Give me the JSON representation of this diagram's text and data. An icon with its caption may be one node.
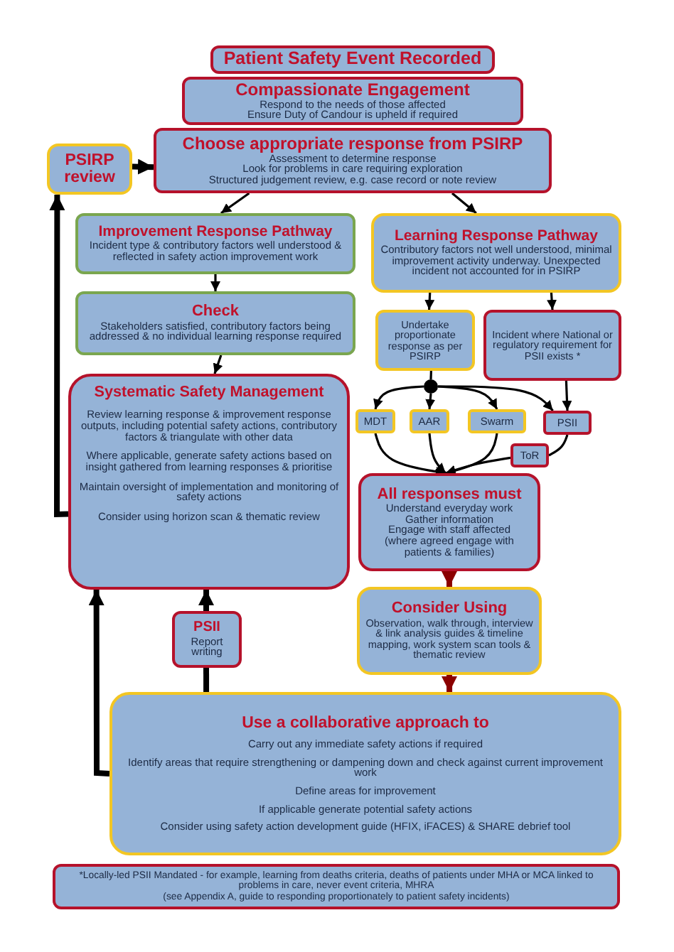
{
  "diagram": {
    "nodes": [
      {
        "text": [
          "Patient Safety Event Recorded"
        ]
      },
      {
        "text": [
          "Compassionate Engagement",
          "Respond to the needs of those affected",
          "Ensure Duty of Candour is upheld if required"
        ]
      },
      {
        "text": [
          "PSIRP review"
        ]
      },
      {
        "text": [
          "Choose appropriate response from PSIRP",
          "Assessment to determine response",
          "Look for problems in care requiring exploration",
          "Structured judgement review, e.g. case record or note review"
        ]
      },
      {
        "text": [
          "Improvement Response Pathway",
          "Incident type & contributory factors well understood & reflected in safety action improvement work"
        ]
      },
      {
        "text": [
          "Learning Response Pathway",
          "Contributory factors not well understood, minimal improvement activity underway. Unexpected incident not accounted for in PSIRP"
        ]
      },
      {
        "text": [
          "Check",
          "Stakeholders satisfied, contributory factors being addressed & no individual learning response required"
        ]
      },
      {
        "text": [
          "Undertake proportionate response as per PSIRP"
        ]
      },
      {
        "text": [
          "Incident where National or regulatory requirement for PSII exists *"
        ]
      },
      {
        "text": [],
        "shape": "circle"
      },
      {
        "text": [
          "Systematic Safety Management",
          "Review learning response & improvement response outputs, including potential safety actions, contributory factors & triangulate with other data",
          "Where applicable, generate safety actions based on insight gathered from learning responses & prioritise",
          "Maintain oversight of implementation and monitoring of safety actions",
          "Consider using horizon scan & thematic review"
        ]
      },
      {
        "text": [
          "MDT"
        ]
      },
      {
        "text": [
          "AAR"
        ]
      },
      {
        "text": [
          "Swarm"
        ]
      },
      {
        "text": [
          "PSII"
        ]
      },
      {
        "text": [
          "ToR"
        ]
      },
      {
        "text": [
          "All responses must",
          "Understand everyday work",
          "Gather information",
          "Engage with staff affected",
          "(where agreed engage with patients & families)"
        ]
      },
      {
        "text": [
          "Consider Using",
          "Observation, walk through, interview & link analysis guides & timeline mapping, work system scan tools & thematic review"
        ]
      },
      {
        "text": [
          "PSII",
          "Report writing"
        ]
      },
      {
        "text": [
          "Use a collaborative approach to",
          "Carry out any immediate safety actions if required",
          "Identify areas that require strengthening or dampening down and check against current improvement work",
          "Define areas for improvement",
          "If applicable generate potential safety actions",
          "Consider using safety action development guide (HFIX, iFACES) & SHARE debrief tool"
        ]
      },
      {
        "text": [
          "*Locally-led PSII Mandated -  for example, learning from deaths criteria, deaths of patients under MHA or MCA linked to problems in care, never event criteria, MHRA",
          "(see Appendix A, guide to responding proportionately to patient safety incidents)"
        ]
      }
    ],
    "edges": [
      {
        "from": 2,
        "to": 3,
        "arrow": "to",
        "style": "thick"
      },
      {
        "from": 3,
        "to": 4,
        "arrow": "to"
      },
      {
        "from": 3,
        "to": 5,
        "arrow": "to"
      },
      {
        "from": 4,
        "to": 6,
        "arrow": "to"
      },
      {
        "from": 5,
        "to": 7,
        "arrow": "to"
      },
      {
        "from": 5,
        "to": 8,
        "arrow": "to"
      },
      {
        "from": 6,
        "to": 10,
        "arrow": "to"
      },
      {
        "from": 7,
        "to": 9,
        "arrow": "none"
      },
      {
        "from": 9,
        "to": 11,
        "arrow": "to"
      },
      {
        "from": 9,
        "to": 12,
        "arrow": "to"
      },
      {
        "from": 9,
        "to": 13,
        "arrow": "to"
      },
      {
        "from": 9,
        "to": 14,
        "arrow": "to"
      },
      {
        "from": 8,
        "to": 14,
        "arrow": "to"
      },
      {
        "from": 11,
        "to": 16,
        "arrow": "to"
      },
      {
        "from": 12,
        "to": 16,
        "arrow": "to"
      },
      {
        "from": 13,
        "to": 16,
        "arrow": "to"
      },
      {
        "from": 14,
        "to": 15,
        "arrow": "none"
      },
      {
        "from": 15,
        "to": 16,
        "arrow": "to"
      },
      {
        "from": 16,
        "to": 17,
        "arrow": "to",
        "style": "thick",
        "color": "#8b0000"
      },
      {
        "from": 17,
        "to": 19,
        "arrow": "to",
        "style": "thick",
        "color": "#8b0000"
      },
      {
        "from": 19,
        "to": 18,
        "arrow": "none",
        "style": "thick"
      },
      {
        "from": 18,
        "to": 10,
        "arrow": "to",
        "style": "thick"
      },
      {
        "from": 19,
        "to": 10,
        "arrow": "to",
        "style": "thick"
      },
      {
        "from": 10,
        "to": 2,
        "arrow": "to",
        "style": "thick"
      }
    ]
  }
}
